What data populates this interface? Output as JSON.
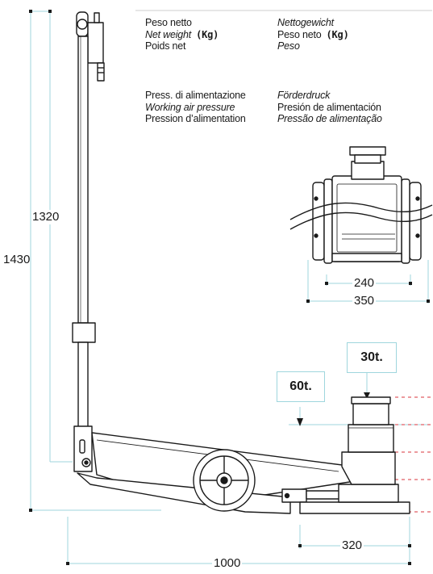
{
  "specs": {
    "weight": {
      "it": "Peso netto",
      "en": "Net weight",
      "fr": "Poids net",
      "de": "Nettogewicht",
      "es": "Peso neto",
      "pt": "Peso",
      "unit": "(Kg)"
    },
    "pressure": {
      "it": "Press. di alimentazione",
      "en": "Working air pressure",
      "fr": "Pression d’alimentation",
      "de": "Förderdruck",
      "es": "Presión de alimentación",
      "pt": "Pressão de alimentação"
    }
  },
  "dimensions": {
    "total_height": "1430",
    "handle_height": "1320",
    "axle_outer": "350",
    "axle_inner": "240",
    "saddle_reach": "320",
    "total_length": "1000"
  },
  "loads": {
    "stage1": "30t.",
    "stage2": "60t."
  },
  "colors": {
    "dimension_line": "#9fd6dd",
    "stage_marker": "#d9363e",
    "drawing": "#1a1a1a"
  }
}
